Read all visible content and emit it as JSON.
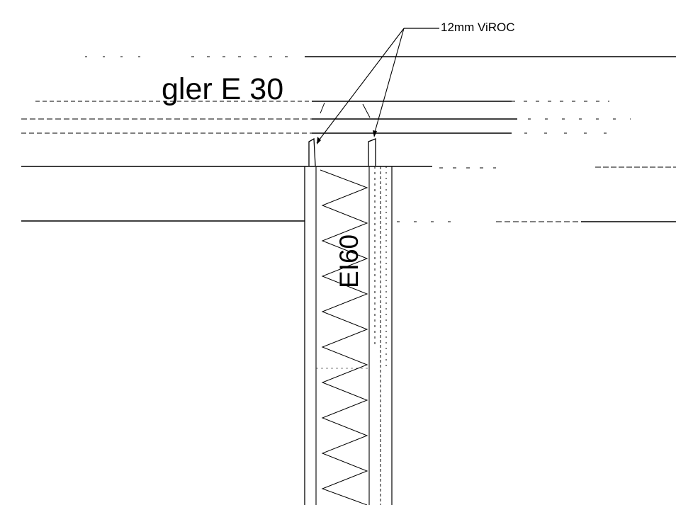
{
  "labels": {
    "glass": "gler E 30",
    "wall_rating": "EI60",
    "board_callout": "12mm ViROC"
  },
  "colors": {
    "line": "#000000",
    "background": "#ffffff"
  }
}
